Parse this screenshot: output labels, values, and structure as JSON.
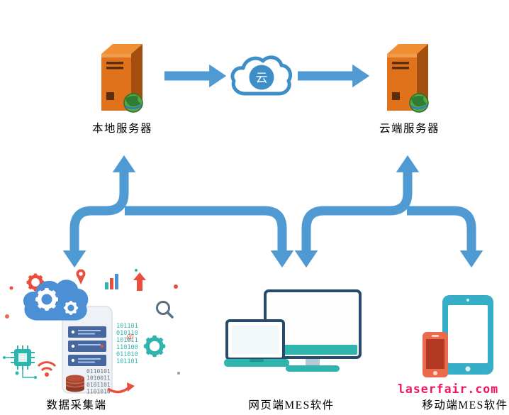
{
  "nodes": {
    "local_server": {
      "label": "本地服务器",
      "icon": "server-tower-icon"
    },
    "cloud": {
      "label": "云",
      "icon": "cloud-icon"
    },
    "cloud_server": {
      "label": "云端服务器",
      "icon": "server-tower-icon"
    },
    "data_collection": {
      "label": "数据采集端",
      "icon": "data-collection-illustration"
    },
    "web_mes": {
      "label": "网页端MES软件",
      "icon": "desktop-and-laptop-icon"
    },
    "mobile_mes": {
      "label": "移动端MES软件",
      "icon": "tablet-and-phone-icon"
    }
  },
  "edges": [
    {
      "from": "local_server",
      "to": "cloud",
      "arrow": "right"
    },
    {
      "from": "cloud",
      "to": "cloud_server",
      "arrow": "right"
    },
    {
      "from": "data_collection",
      "to": "local_server",
      "arrow": "up-and-down"
    },
    {
      "from": "web_mes",
      "to": "local_server",
      "arrow": "up-and-down"
    },
    {
      "from": "web_mes",
      "to": "cloud_server",
      "arrow": "up-and-down"
    },
    {
      "from": "mobile_mes",
      "to": "cloud_server",
      "arrow": "up-and-down"
    }
  ],
  "illustration": {
    "at_symbol": "@",
    "binary_teal": [
      "101101",
      "010110",
      "101011",
      "110100",
      "011010",
      "101101"
    ],
    "binary_gray": [
      "0110101",
      "1010011",
      "0101101",
      "1101010"
    ]
  },
  "watermark": "laserfair.com",
  "colors": {
    "arrow_blue": "#4f9ad2",
    "cloud_outline_blue": "#3e8ec8",
    "server_orange": "#e0721c",
    "teal": "#2fb5ae",
    "illustration_red": "#e94f3d",
    "illustration_blue": "#4b8fd5",
    "watermark_pink": "#f0135f"
  }
}
